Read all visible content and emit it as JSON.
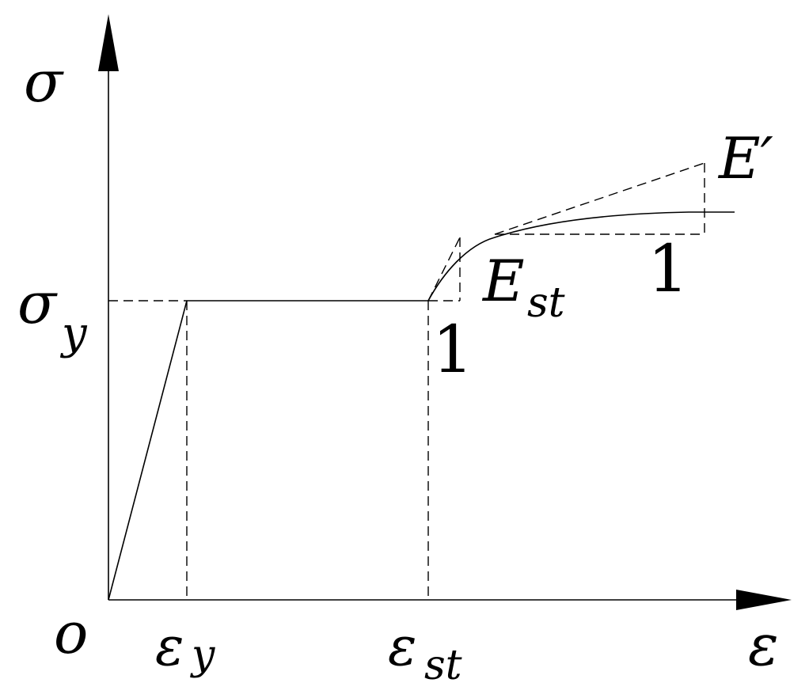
{
  "diagram": {
    "labels": {
      "sigma_axis": "σ",
      "epsilon_axis": "ε",
      "origin": "o",
      "sigma_y_main": "σ",
      "sigma_y_sub": "y",
      "eps_y_main": "ε",
      "eps_y_sub": "y",
      "eps_st_main": "ε",
      "eps_st_sub": "st",
      "E_st_main": "E",
      "E_st_sub": "st",
      "E_prime": "E′",
      "slope_one_a": "1",
      "slope_one_b": "1"
    },
    "colors": {
      "line": "#000000",
      "background": "#ffffff"
    }
  }
}
